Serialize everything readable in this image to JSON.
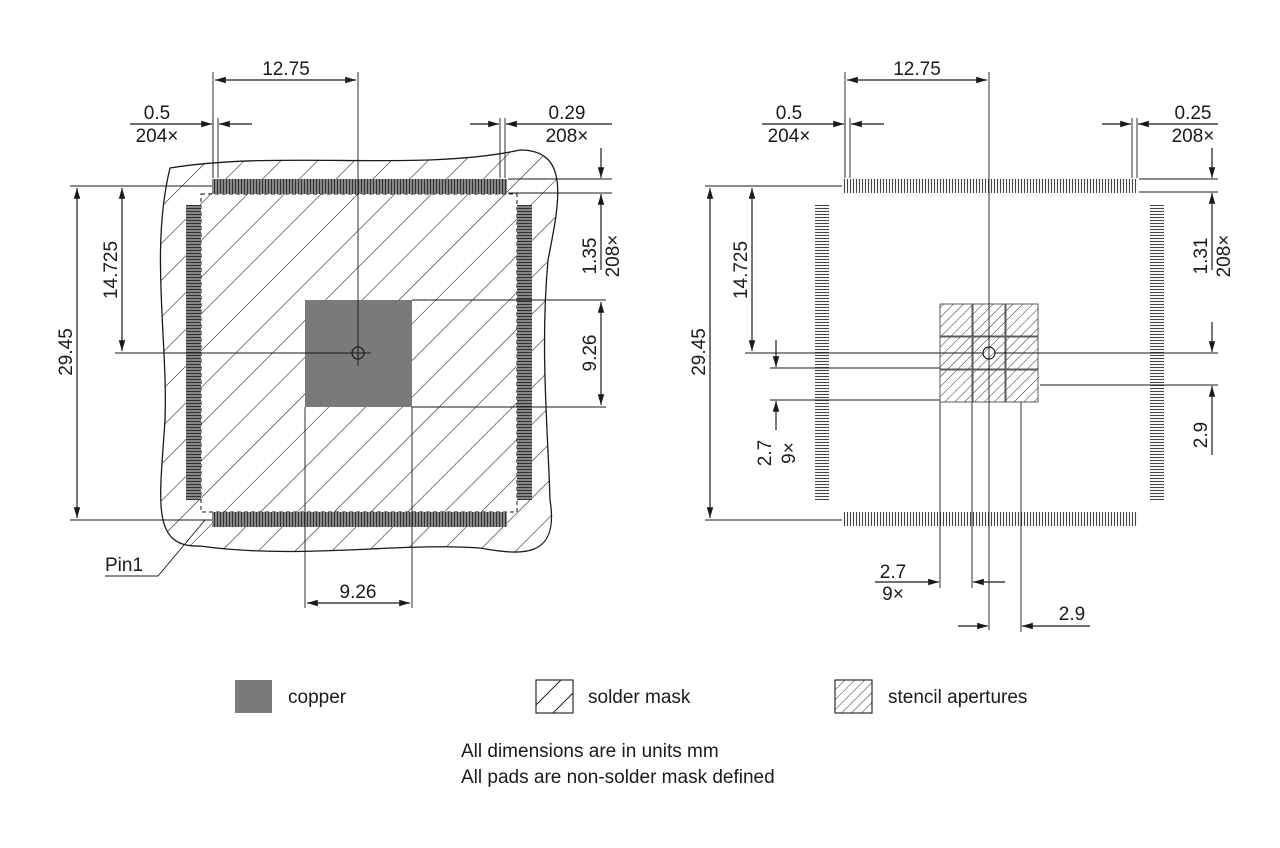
{
  "left_view": {
    "dim_pitch_x": "12.75",
    "dim_pad_width": "0.5",
    "dim_pad_width_count": "204×",
    "dim_pad_gap": "0.29",
    "dim_pad_gap_count": "208×",
    "dim_pad_length": "1.35",
    "dim_pad_length_count": "208×",
    "dim_half_span": "14.725",
    "dim_full_span": "29.45",
    "dim_epad_height": "9.26",
    "dim_epad_width": "9.26",
    "pin1_label": "Pin1"
  },
  "right_view": {
    "dim_pitch_x": "12.75",
    "dim_pad_width": "0.5",
    "dim_pad_width_count": "204×",
    "dim_pad_gap": "0.25",
    "dim_pad_gap_count": "208×",
    "dim_pad_length": "1.31",
    "dim_pad_length_count": "208×",
    "dim_half_span": "14.725",
    "dim_full_span": "29.45",
    "dim_aperture_pitch_v": "2.7",
    "dim_aperture_pitch_v_count": "9×",
    "dim_aperture_size_v": "2.9",
    "dim_aperture_pitch_h": "2.7",
    "dim_aperture_pitch_h_count": "9×",
    "dim_aperture_size_h": "2.9"
  },
  "legend": {
    "copper_label": "copper",
    "solder_mask_label": "solder mask",
    "stencil_label": "stencil apertures"
  },
  "notes": {
    "line1": "All dimensions are in units mm",
    "line2": "All pads are non-solder mask defined"
  },
  "colors": {
    "copper": "#7a7a7a",
    "line": "#1a1a1a",
    "background": "#ffffff"
  }
}
